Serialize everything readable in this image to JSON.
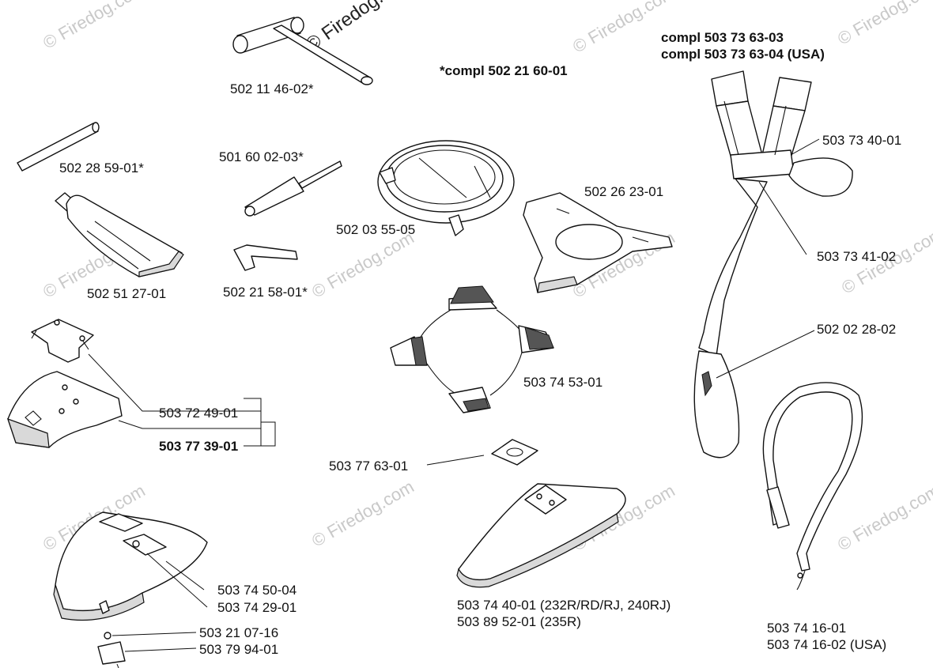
{
  "watermark": {
    "brand": "Firedog.com",
    "copyright": "© Firedog.com"
  },
  "titles": {
    "kit_a": "*compl 502 21 60-01",
    "harness_line1": "compl 503 73 63-03",
    "harness_line2": "compl 503 73 63-04 (USA)"
  },
  "parts": {
    "p1": "502 11 46-02*",
    "p2": "502 28 59-01*",
    "p3": "501 60 02-03*",
    "p4": "502 03 55-05",
    "p5": "502 26 23-01",
    "p6": "502 51 27-01",
    "p7": "502 21 58-01*",
    "p8": "503 73 40-01",
    "p9": "503 73 41-02",
    "p10": "502 02 28-02",
    "p11": "503 74 53-01",
    "p12": "503 72 49-01",
    "p13": "503 77 39-01",
    "p14": "503 77 63-01",
    "p15": "503 74 50-04",
    "p16": "503 74 29-01",
    "p17": "503 21 07-16",
    "p18": "503 79 94-01",
    "p19": "503 74 40-01 (232R/RD/RJ, 240RJ)",
    "p20": "503 89 52-01 (235R)",
    "p21": "503 74 16-01",
    "p22": "503 74 16-02 (USA)"
  }
}
